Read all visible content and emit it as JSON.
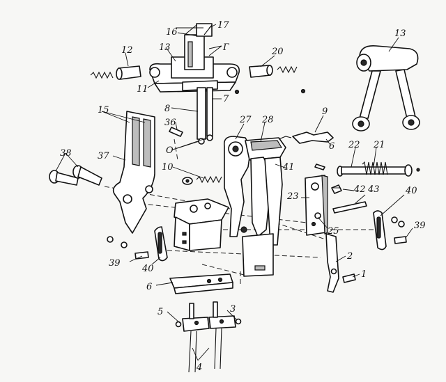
{
  "callouts": {
    "c1": "1",
    "c2": "2",
    "c3": "3",
    "c4": "4",
    "c5": "5",
    "c6a": "6",
    "c6b": "6",
    "c7": "7",
    "c8": "8",
    "c9": "9",
    "c10": "10",
    "c11": "11",
    "c12": "12",
    "c13a": "13",
    "c13b": "13",
    "c15": "15",
    "c16": "16",
    "c17": "17",
    "c20": "20",
    "c21": "21",
    "c22": "22",
    "c23": "23",
    "c25": "25",
    "c27": "27",
    "c28": "28",
    "c36": "36",
    "c37": "37",
    "c38": "38",
    "c39a": "39",
    "c39b": "39",
    "c40a": "40",
    "c40b": "40",
    "c41": "41",
    "c42": "42",
    "c43": "43",
    "cG": "Г",
    "cO": "О"
  }
}
